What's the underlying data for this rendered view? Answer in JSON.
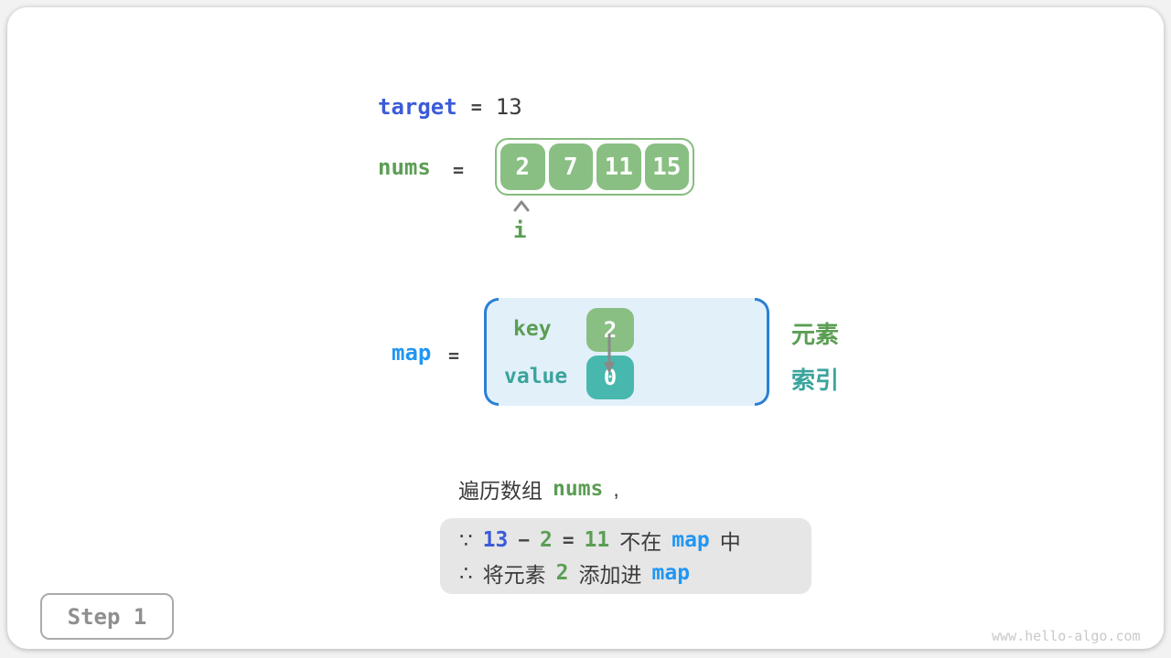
{
  "colors": {
    "royal_blue": "#3B5BD9",
    "bright_blue": "#2196F3",
    "green_text": "#5B9E54",
    "green_fill": "#89BF82",
    "green_border": "#86BC7F",
    "teal_text": "#3AA49C",
    "teal_fill": "#48B8AE",
    "map_box_bg": "#E2F0FA",
    "map_box_border": "#2B7FD6",
    "dark_text": "#3B3B3B",
    "operator_gray": "#474747",
    "gray_box_bg": "#E6E6E6",
    "step_gray": "#8F8F8F",
    "step_border": "#ABABAB",
    "watermark_gray": "#C9C9C9",
    "arrow_gray": "#8A8A8A"
  },
  "target_row": {
    "label": "target",
    "equals": "=",
    "value": "13"
  },
  "nums_row": {
    "label": "nums",
    "equals": "=",
    "cells": [
      "2",
      "7",
      "11",
      "15"
    ]
  },
  "index_pointer": {
    "icon": "caret-up",
    "label": "i"
  },
  "map_row": {
    "label": "map",
    "equals": "=",
    "key_label": "key",
    "key_cell": "2",
    "value_label": "value",
    "value_cell": "0",
    "arrow_icon": "arrow-down",
    "legend_element": "元素",
    "legend_index": "索引"
  },
  "caption": {
    "prefix": "遍历数组",
    "code": "nums",
    "suffix": ","
  },
  "note_box": {
    "line1": [
      {
        "text": "∵"
      },
      {
        "text": "13"
      },
      {
        "text": "−"
      },
      {
        "text": "2"
      },
      {
        "text": "="
      },
      {
        "text": "11"
      },
      {
        "text": "不在"
      },
      {
        "text": "map"
      },
      {
        "text": "中"
      }
    ],
    "line2": [
      {
        "text": "∴"
      },
      {
        "text": "将元素"
      },
      {
        "text": "2"
      },
      {
        "text": "添加进"
      },
      {
        "text": "map"
      }
    ]
  },
  "step_badge": {
    "label": "Step 1"
  },
  "watermark": {
    "text": "www.hello-algo.com"
  }
}
